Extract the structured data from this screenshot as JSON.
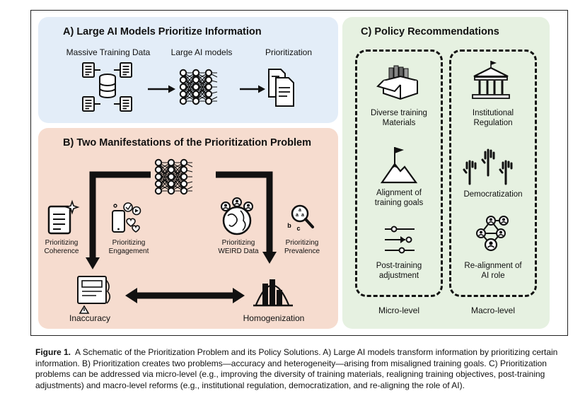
{
  "panel_a": {
    "title": "A) Large AI Models Prioritize Information",
    "labels": [
      "Massive Training Data",
      "Large AI models",
      "Prioritization"
    ]
  },
  "panel_b": {
    "title": "B) Two Manifestations of the Prioritization Problem",
    "items": {
      "coherence": "Prioritizing\nCoherence",
      "engagement": "Prioritizing\nEngagement",
      "weird": "Prioritizing\nWEIRD Data",
      "prevalence": "Prioritizing\nPrevalence"
    },
    "outcomes": [
      "Inaccuracy",
      "Homogenization"
    ]
  },
  "panel_c": {
    "title": "C) Policy Recommendations",
    "micro": {
      "items": [
        "Diverse training\nMaterials",
        "Alignment of\ntraining goals",
        "Post-training\nadjustment"
      ],
      "footer": "Micro-level"
    },
    "macro": {
      "items": [
        "Institutional\nRegulation",
        "Democratization",
        "Re-alignment of\nAI role"
      ],
      "footer": "Macro-level"
    }
  },
  "caption": {
    "label": "Figure 1.",
    "text": "A Schematic of the Prioritization Problem and its Policy Solutions. A) Large AI models transform information by prioritizing certain information. B) Prioritization creates two problems—accuracy and heterogeneity—arising from misaligned training goals. C) Prioritization problems can be addressed via micro-level (e.g., improving the diversity of training materials, realigning training objectives, post-training adjustments) and macro-level reforms (e.g., institutional regulation, democratization, and re-aligning the role of AI)."
  },
  "colors": {
    "panel_a_bg": "#e3edf8",
    "panel_b_bg": "#f6dccf",
    "panel_c_bg": "#e6f1e1",
    "ink": "#111111"
  },
  "icons": [
    "document-stack-icon",
    "database-icon",
    "neural-network-icon",
    "prioritized-documents-icon",
    "document-sparkle-icon",
    "phone-engagement-icon",
    "globe-people-icon",
    "magnifier-letters-icon",
    "broken-document-icon",
    "histogram-curve-icon",
    "open-box-books-icon",
    "mountain-flag-icon",
    "sliders-icon",
    "institution-building-icon",
    "raised-hands-icon",
    "network-people-icon"
  ]
}
